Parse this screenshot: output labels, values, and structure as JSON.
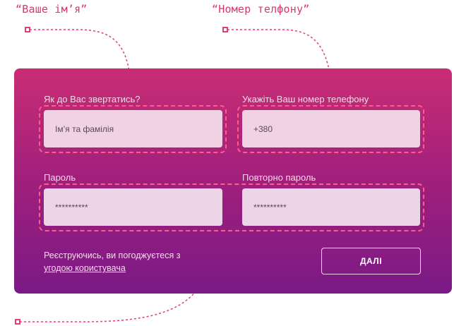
{
  "annotations": {
    "name_label": "“Ваше ім’я”",
    "phone_label": "“Номер телфону”"
  },
  "form": {
    "name_question": "Як до Вас звертатись?",
    "name_placeholder": "Ім’я та фамілія",
    "phone_question": "Укажіть Ваш номер телефону",
    "phone_value": "+380",
    "password_label": "Пароль",
    "password_value": "**********",
    "repeat_password_label": "Повторно пароль",
    "repeat_password_value": "**********",
    "agreement_text": "Реєструючись, ви погоджуєтеся з",
    "agreement_link": "угодою користувача",
    "next_label": "ДАЛІ"
  },
  "colors": {
    "accent": "#e0407a",
    "gradient_top": "#c92d74",
    "gradient_bottom": "#7a1a86"
  }
}
